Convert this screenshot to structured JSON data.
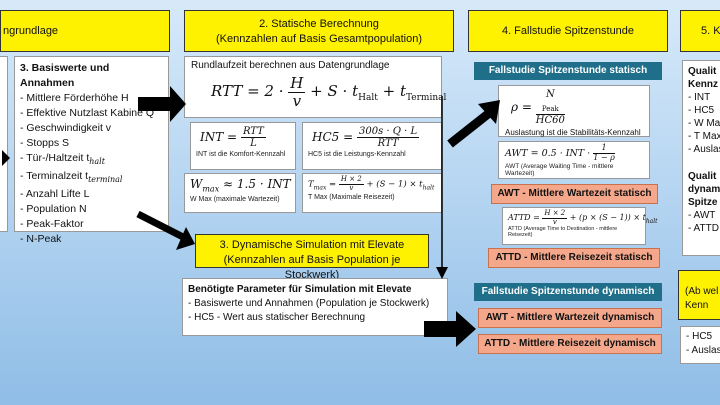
{
  "headers": {
    "grundlage": "ngrundlage",
    "statisch": [
      "2. Statische Berechnung",
      "(Kennzahlen auf Basis Gesamtpopulation)"
    ],
    "fallstudie": "4. Fallstudie Spitzenstunde",
    "fuenf": "5. K"
  },
  "basis": {
    "title": "3. Basiswerte und Annahmen",
    "items": [
      "- Mittlere Förderhöhe H",
      "- Effektive Nutzlast Kabine Q",
      "- Geschwindigkeit v",
      "- Stopps S",
      "- Tür-/Haltzeit t",
      "- Terminalzeit t",
      "- Anzahl Lifte L",
      "- Population N",
      "- Peak-Faktor",
      "- N-Peak"
    ],
    "sub_halt": "halt",
    "sub_terminal": "terminal"
  },
  "rtt": {
    "caption": "Rundlaufzeit berechnen aus Datengrundlage",
    "lhs": "RTT = 2 ·",
    "num": "H",
    "den": "v",
    "rest": "+ S · t",
    "sub1": "Halt",
    "plus": "+ t",
    "sub2": "Terminal"
  },
  "int_box": {
    "lhs": "INT =",
    "num": "RTT",
    "den": "L",
    "caption": "INT ist die Komfort-Kennzahl"
  },
  "hc5_box": {
    "lhs": "HC5 =",
    "num": "300s · Q · L",
    "den": "RTT",
    "caption": "HC5 ist die Leistungs-Kennzahl"
  },
  "wmax_box": {
    "formula": "W",
    "sub": "max",
    "rest": "≈ 1.5 · INT",
    "caption": "W Max (maximale Wartezeit)"
  },
  "tmax_box": {
    "formula": "T",
    "sub": "max",
    "eq": "=",
    "num": "H × 2",
    "den": "v",
    "rest": "+ (S − 1) × t",
    "sub2": "halt",
    "caption": "T Max (Maximale Reisezeit)"
  },
  "dyn_header": [
    "3. Dynamische Simulation mit Elevate",
    "(Kennzahlen auf Basis Population je Stockwerk)"
  ],
  "dyn_box": {
    "title": "Benötigte Parameter für Simulation mit Elevate",
    "items": [
      "- Basiswerte und Annahmen (Population je Stockwerk)",
      "- HC5 - Wert aus statischer Berechnung"
    ]
  },
  "static_fs": {
    "title": "Fallstudie Spitzenstunde statisch",
    "rho_lhs": "ρ =",
    "rho_num": "N",
    "rho_num_sub": "Peak",
    "rho_den": "HC60",
    "rho_caption": "Auslastung ist die Stabilitäts-Kennzahl",
    "awt_formula": "AWT = 0.5 · INT ·",
    "awt_num": "1",
    "awt_den": "1 − ρ",
    "awt_caption": "AWT (Average Waiting Time - mittlere Wartezeit)",
    "awt_label": "AWT - Mittlere Wartezeit statisch",
    "attd_formula": "ATTD =",
    "attd_num": "H × 2",
    "attd_den": "v",
    "attd_rest": "+ (p × (S − 1)) × t",
    "attd_sub": "halt",
    "attd_caption": "ATTD (Average Time to Destination - mittlere Reisezeit)",
    "attd_label": "ATTD - Mittlere Reisezeit statisch"
  },
  "dynamic_fs": {
    "title": "Fallstudie Spitzenstunde dynamisch",
    "awt_label": "AWT - Mittlere Wartezeit dynamisch",
    "attd_label": "ATTD - Mittlere Reisezeit dynamisch"
  },
  "right_col": {
    "items1": [
      "Qualit",
      "Kennz",
      "- INT",
      "- HC5",
      "- W Ma",
      "- T Max",
      "- Auslas"
    ],
    "items2": [
      "Qualit",
      "dynam",
      "Spitze",
      "- AWT",
      "- ATTD"
    ],
    "yellow": [
      "(Ab wel",
      "Kenn"
    ],
    "items3": [
      "- HC5",
      "- Auslas"
    ]
  },
  "colors": {
    "yellow": "#fff200",
    "teal": "#1f6f8b",
    "salmon": "#f4a78a",
    "arrow": "#000000"
  }
}
